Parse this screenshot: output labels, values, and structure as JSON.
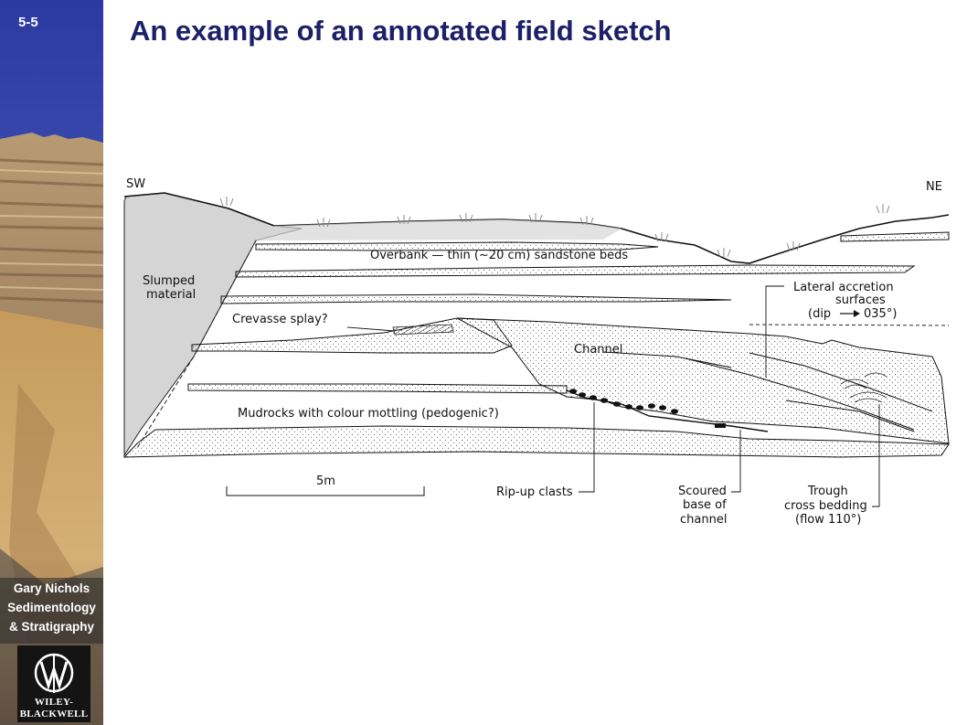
{
  "slide": {
    "number": "5-5",
    "title": "An example of an annotated field sketch"
  },
  "sidebar": {
    "book_author": "Gary Nichols",
    "book_title_1": "Sedimentology",
    "book_title_2": "& Stratigraphy",
    "publisher_1": "WILEY-",
    "publisher_2": "BLACKWELL"
  },
  "sketch": {
    "orientation_left": "SW",
    "orientation_right": "NE",
    "labels": {
      "slumped_1": "Slumped",
      "slumped_2": "material",
      "overbank": "Overbank — thin (~20 cm) sandstone beds",
      "crevasse": "Crevasse splay?",
      "channel": "Channel",
      "mudrocks": "Mudrocks with colour mottling (pedogenic?)",
      "lateral_1": "Lateral accretion",
      "lateral_2": "surfaces",
      "lateral_3a": "(dip",
      "lateral_3b": "035°)",
      "scale": "5m",
      "ripup": "Rip-up clasts",
      "scoured_1": "Scoured",
      "scoured_2": "base of",
      "scoured_3": "channel",
      "trough_1": "Trough",
      "trough_2": "cross bedding",
      "trough_3": "(flow 110°)"
    }
  }
}
